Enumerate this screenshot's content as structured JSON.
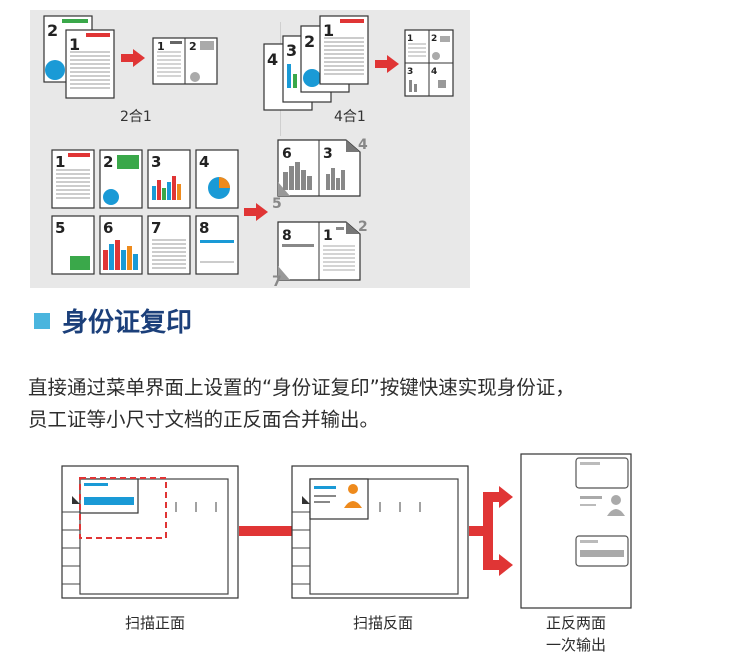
{
  "top_diagram": {
    "label_2in1": "2合1",
    "label_4in1": "4合1",
    "pages_2in1": [
      "2",
      "1"
    ],
    "pages_4in1": [
      "4",
      "3",
      "2",
      "1"
    ],
    "booklet_pages": [
      "1",
      "2",
      "3",
      "4",
      "5",
      "6",
      "7",
      "8"
    ],
    "booklet_out_top": [
      "6",
      "3",
      "4",
      "5"
    ],
    "booklet_out_bottom": [
      "8",
      "1",
      "2",
      "7"
    ]
  },
  "section": {
    "title": "身份证复印",
    "line1": "直接通过菜单界面上设置的“身份证复印”按键快速实现身份证，",
    "line2": "员工证等小尺寸文档的正反面合并输出。"
  },
  "bottom_diagram": {
    "cap_front": "扫描正面",
    "cap_back": "扫描反面",
    "cap_out_1": "正反两面",
    "cap_out_2": "一次输出"
  },
  "colors": {
    "accent_red": "#e03535",
    "accent_blue": "#1a9ad6",
    "accent_green": "#3aa84a",
    "accent_orange": "#ee8a1c",
    "title_blue": "#1b3f7a",
    "square_blue": "#4ab5de"
  }
}
